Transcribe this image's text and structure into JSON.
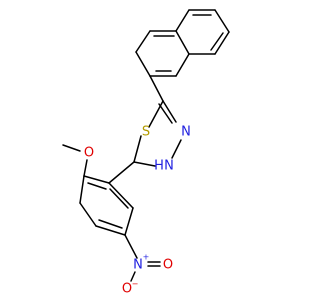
{
  "colors": {
    "bond": "#000000",
    "sulfur": "#b39b00",
    "nitrogen": "#2020e0",
    "oxygen": "#e00000",
    "carbon": "#000000"
  },
  "atoms": {
    "methyl_carbon": "",
    "methoxy_oxygen": "O",
    "sulfur": "S",
    "imine_nitrogen": "N",
    "amine_nitrogen": "N",
    "amine_hydrogen": "H",
    "nitro_nitrogen": "N",
    "nitro_nitrogen_charge": "+",
    "nitro_oxygen_top": "O",
    "nitro_oxygen_bottom": "O",
    "nitro_oxygen_charge": "−"
  }
}
